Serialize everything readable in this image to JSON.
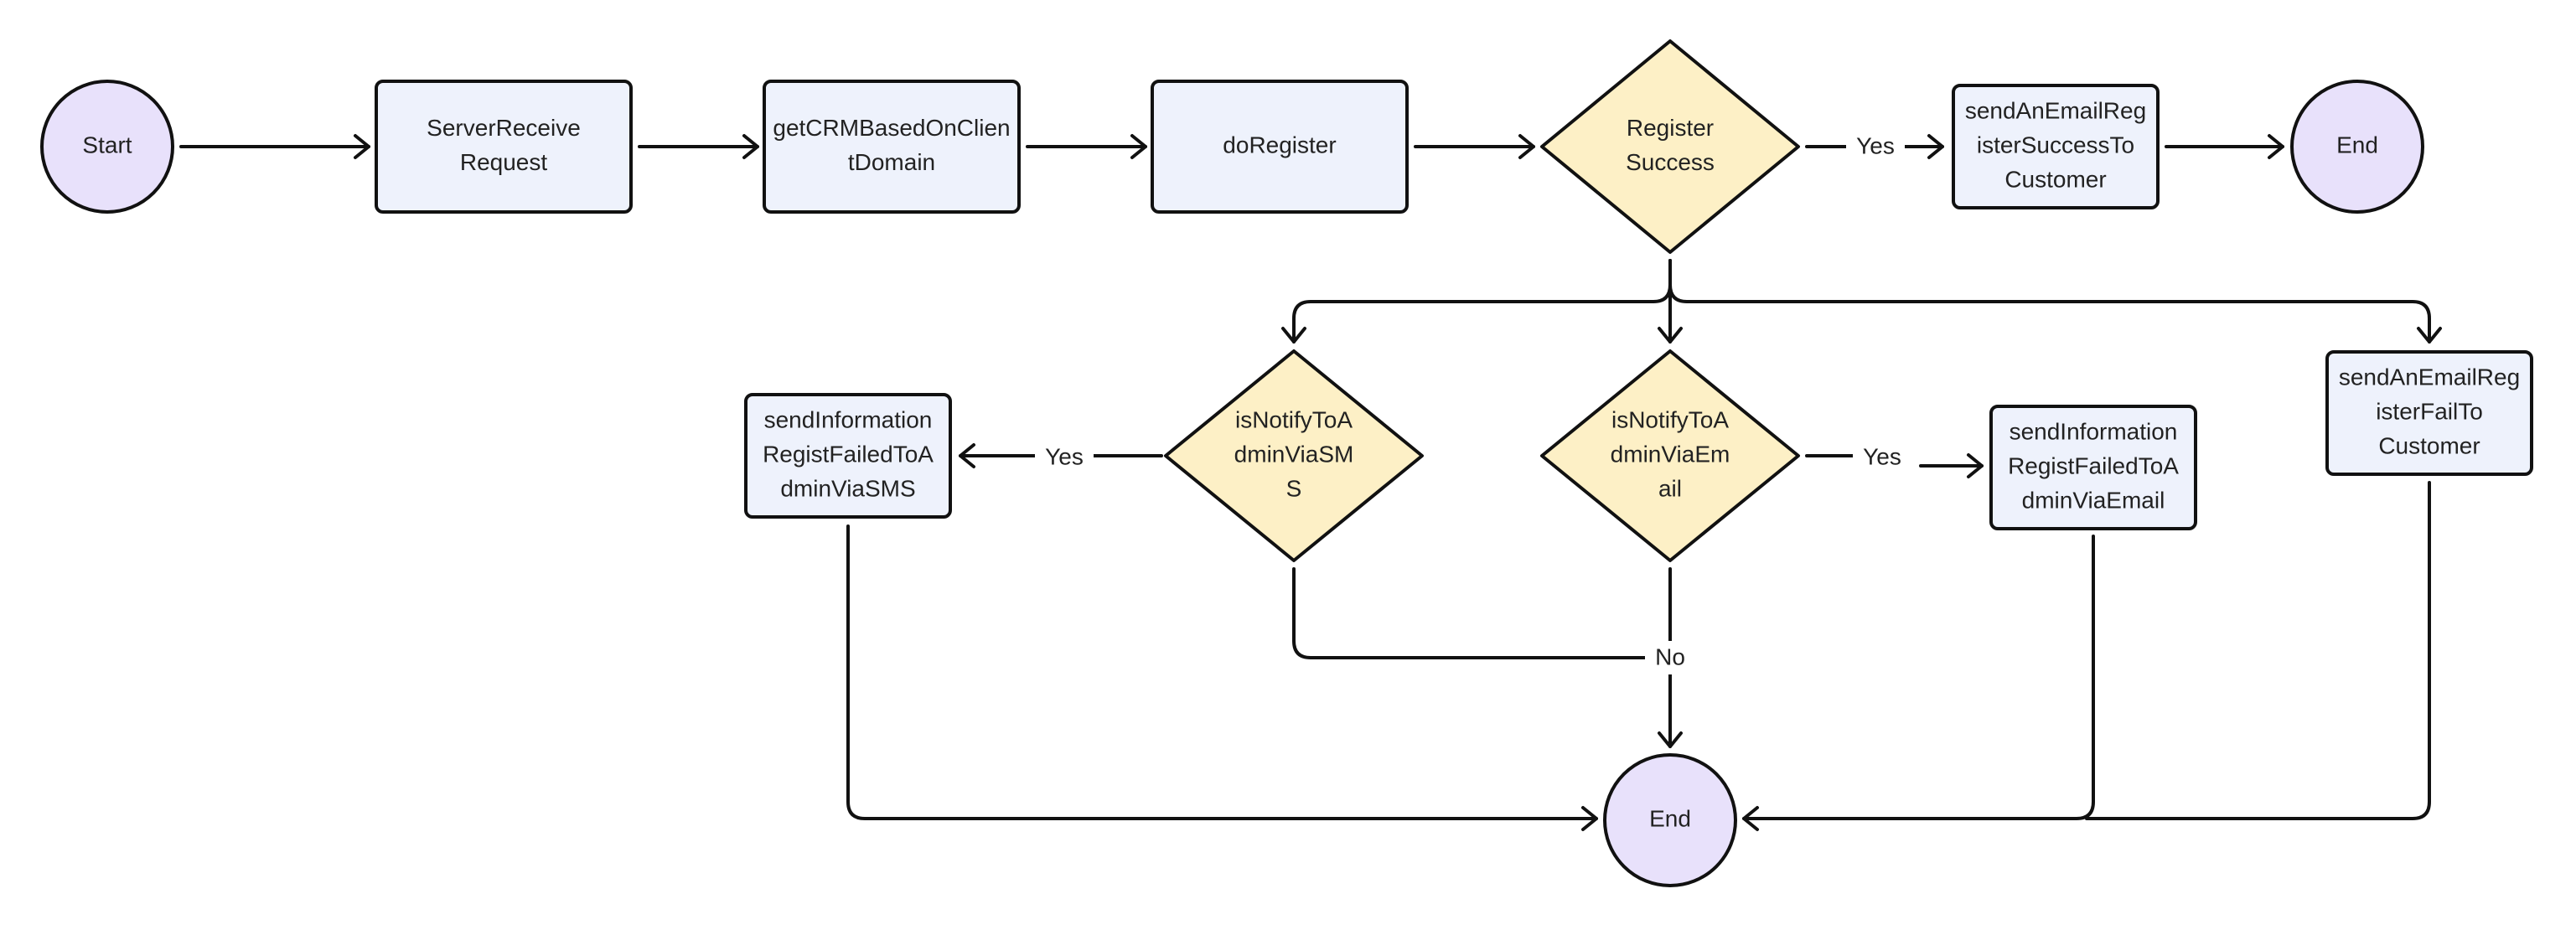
{
  "colors": {
    "terminal_fill": "#e8e1fb",
    "process_fill": "#eef2fc",
    "decision_fill": "#fdf0c6",
    "stroke": "#111111",
    "label_bg": "#ffffff"
  },
  "nodes": {
    "start": {
      "shape": "terminal",
      "lines": [
        "Start"
      ]
    },
    "server_receive": {
      "shape": "process",
      "lines": [
        "ServerReceive",
        "Request"
      ]
    },
    "get_crm": {
      "shape": "process",
      "lines": [
        "getCRMBasedOnClien",
        "tDomain"
      ]
    },
    "do_register": {
      "shape": "process",
      "lines": [
        "doRegister"
      ]
    },
    "register_success": {
      "shape": "decision",
      "lines": [
        "Register",
        "Success"
      ]
    },
    "send_email_success": {
      "shape": "process",
      "lines": [
        "sendAnEmailReg",
        "isterSuccessTo",
        "Customer"
      ]
    },
    "end_top": {
      "shape": "terminal",
      "lines": [
        "End"
      ]
    },
    "is_notify_sms": {
      "shape": "decision",
      "lines": [
        "isNotifyToA",
        "dminViaSM",
        "S"
      ]
    },
    "is_notify_email": {
      "shape": "decision",
      "lines": [
        "isNotifyToA",
        "dminViaEm",
        "ail"
      ]
    },
    "send_sms": {
      "shape": "process",
      "lines": [
        "sendInformation",
        "RegistFailedToA",
        "dminViaSMS"
      ]
    },
    "send_info_email": {
      "shape": "process",
      "lines": [
        "sendInformation",
        "RegistFailedToA",
        "dminViaEmail"
      ]
    },
    "send_email_fail": {
      "shape": "process",
      "lines": [
        "sendAnEmailReg",
        "isterFailTo",
        "Customer"
      ]
    },
    "end_bottom": {
      "shape": "terminal",
      "lines": [
        "End"
      ]
    }
  },
  "edge_labels": {
    "success_yes": "Yes",
    "sms_yes": "Yes",
    "email_yes": "Yes",
    "notify_no": "No"
  }
}
